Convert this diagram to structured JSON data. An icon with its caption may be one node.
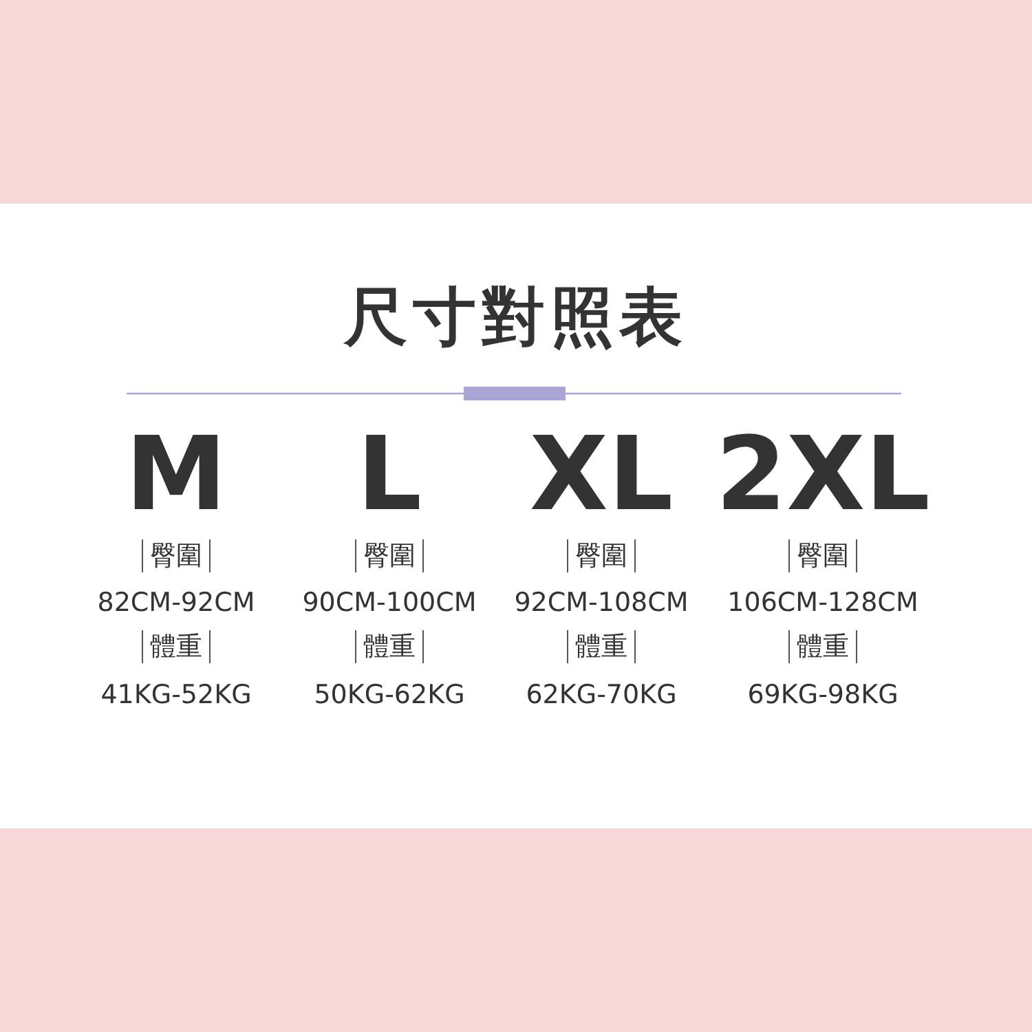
{
  "diagram": {
    "title": "尺寸對照表",
    "labels": [
      "M",
      "L",
      "XL",
      "2XL",
      "臀圍",
      "臀圍",
      "臀圍",
      "臀圍",
      "82CM-92CM",
      "90CM-100CM",
      "92CM-108CM",
      "106CM-128CM",
      "體重",
      "體重",
      "體重",
      "體重",
      "41KG-52KG",
      "50KG-62KG",
      "62KG-70KG",
      "69KG-98KG"
    ]
  }
}
